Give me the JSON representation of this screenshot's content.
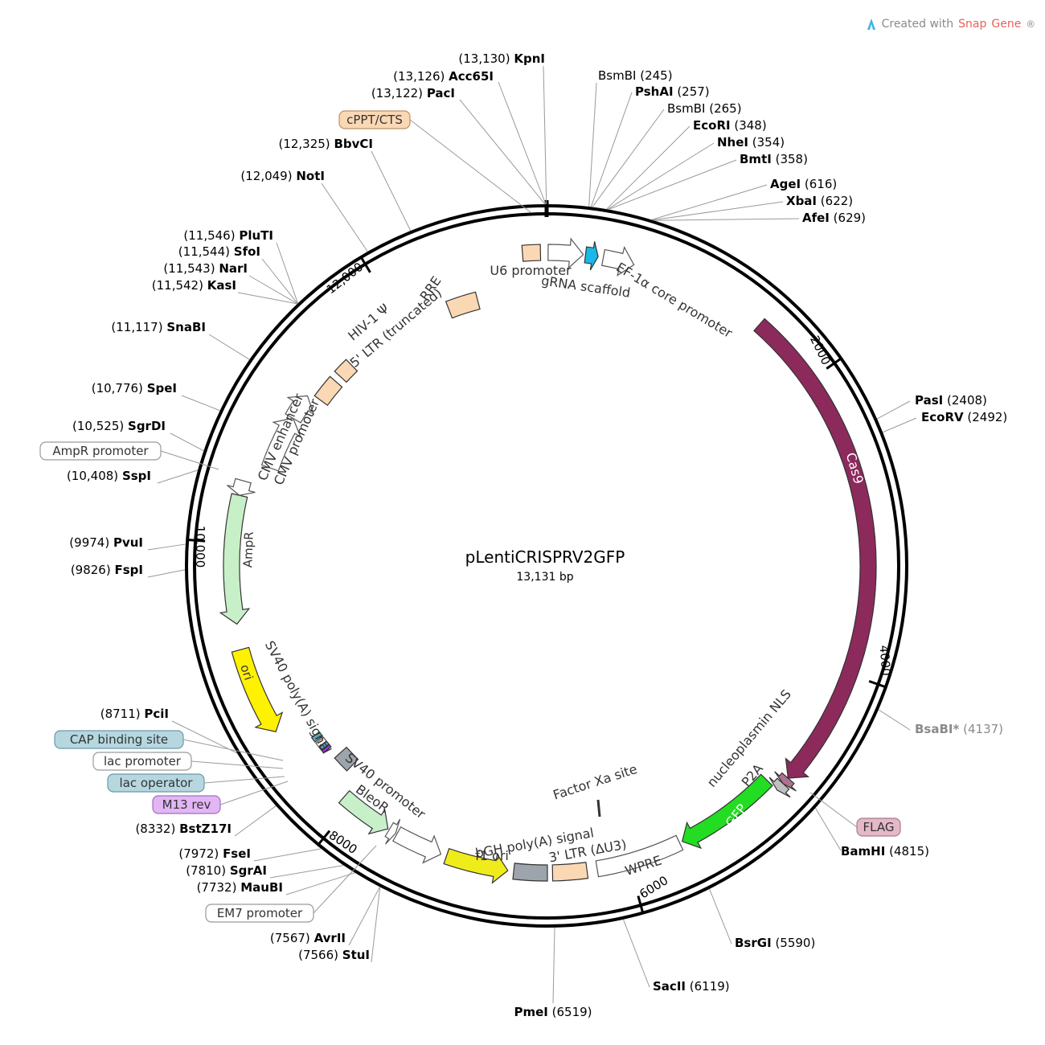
{
  "credit": {
    "prefix": "Created with ",
    "brand": "Snap",
    "brand2": "Gene",
    "mark": "®"
  },
  "plasmid": {
    "name": "pLentiCRISPRV2GFP",
    "length_label": "13,131 bp",
    "length_bp": 13131
  },
  "ticks": [
    {
      "bp": 2000,
      "label": "2000"
    },
    {
      "bp": 4000,
      "label": "4000"
    },
    {
      "bp": 6000,
      "label": "6000"
    },
    {
      "bp": 8000,
      "label": "8000"
    },
    {
      "bp": 10000,
      "label": "10,000"
    },
    {
      "bp": 12000,
      "label": "12,000"
    }
  ],
  "sites": [
    {
      "name": "KpnI",
      "pos": 13130,
      "pos_label": "(13,130)"
    },
    {
      "name": "Acc65I",
      "pos": 13126,
      "pos_label": "(13,126)"
    },
    {
      "name": "PacI",
      "pos": 13122,
      "pos_label": "(13,122)"
    },
    {
      "name": "BbvCI",
      "pos": 12325,
      "pos_label": "(12,325)"
    },
    {
      "name": "NotI",
      "pos": 12049,
      "pos_label": "(12,049)"
    },
    {
      "name": "PluTI",
      "pos": 11546,
      "pos_label": "(11,546)"
    },
    {
      "name": "SfoI",
      "pos": 11544,
      "pos_label": "(11,544)"
    },
    {
      "name": "NarI",
      "pos": 11543,
      "pos_label": "(11,543)"
    },
    {
      "name": "KasI",
      "pos": 11542,
      "pos_label": "(11,542)"
    },
    {
      "name": "SnaBI",
      "pos": 11117,
      "pos_label": "(11,117)"
    },
    {
      "name": "SpeI",
      "pos": 10776,
      "pos_label": "(10,776)"
    },
    {
      "name": "SgrDI",
      "pos": 10525,
      "pos_label": "(10,525)"
    },
    {
      "name": "SspI",
      "pos": 10408,
      "pos_label": "(10,408)"
    },
    {
      "name": "PvuI",
      "pos": 9974,
      "pos_label": "(9974)"
    },
    {
      "name": "FspI",
      "pos": 9826,
      "pos_label": "(9826)"
    },
    {
      "name": "PciI",
      "pos": 8711,
      "pos_label": "(8711)"
    },
    {
      "name": "BstZ17I",
      "pos": 8332,
      "pos_label": "(8332)"
    },
    {
      "name": "FseI",
      "pos": 7972,
      "pos_label": "(7972)"
    },
    {
      "name": "SgrAI",
      "pos": 7810,
      "pos_label": "(7810)"
    },
    {
      "name": "MauBI",
      "pos": 7732,
      "pos_label": "(7732)"
    },
    {
      "name": "AvrII",
      "pos": 7567,
      "pos_label": "(7567)"
    },
    {
      "name": "StuI",
      "pos": 7566,
      "pos_label": "(7566)"
    },
    {
      "name": "PmeI",
      "pos": 6519,
      "pos_label": "(6519)"
    },
    {
      "name": "SacII",
      "pos": 6119,
      "pos_label": "(6119)"
    },
    {
      "name": "BsrGI",
      "pos": 5590,
      "pos_label": "(5590)"
    },
    {
      "name": "BamHI",
      "pos": 4815,
      "pos_label": "(4815)"
    },
    {
      "name": "BsaBI*",
      "pos": 4137,
      "pos_label": "(4137)",
      "grey": true
    },
    {
      "name": "EcoRV",
      "pos": 2492,
      "pos_label": "(2492)"
    },
    {
      "name": "PasI",
      "pos": 2408,
      "pos_label": "(2408)"
    },
    {
      "name": "AfeI",
      "pos": 629,
      "pos_label": "(629)"
    },
    {
      "name": "XbaI",
      "pos": 622,
      "pos_label": "(622)"
    },
    {
      "name": "AgeI",
      "pos": 616,
      "pos_label": "(616)"
    },
    {
      "name": "BmtI",
      "pos": 358,
      "pos_label": "(358)"
    },
    {
      "name": "NheI",
      "pos": 354,
      "pos_label": "(354)"
    },
    {
      "name": "EcoRI",
      "pos": 348,
      "pos_label": "(348)"
    },
    {
      "name": "BsmBI",
      "pos": 265,
      "pos_label": "(265)",
      "plain": true
    },
    {
      "name": "PshAI",
      "pos": 257,
      "pos_label": "(257)"
    },
    {
      "name": "BsmBI",
      "pos": 245,
      "pos_label": "(245)",
      "plain": true
    }
  ],
  "boxed_labels": [
    {
      "text": "cPPT/CTS",
      "fill": "#fbd8b4",
      "stroke": "#b8936b"
    },
    {
      "text": "AmpR promoter",
      "fill": "#ffffff",
      "stroke": "#9a9a9a"
    },
    {
      "text": "CAP binding site",
      "fill": "#b6d7e0",
      "stroke": "#6a9aa8"
    },
    {
      "text": "lac promoter",
      "fill": "#ffffff",
      "stroke": "#9a9a9a"
    },
    {
      "text": "lac operator",
      "fill": "#b6d7e0",
      "stroke": "#6a9aa8"
    },
    {
      "text": "M13 rev",
      "fill": "#e2b6f5",
      "stroke": "#a070c0"
    },
    {
      "text": "EM7 promoter",
      "fill": "#ffffff",
      "stroke": "#9a9a9a"
    },
    {
      "text": "FLAG",
      "fill": "#e4b8c8",
      "stroke": "#a87a8c"
    }
  ],
  "features": [
    {
      "name": "Cas9",
      "start": 1510,
      "end": 4790,
      "color": "#8c2a5c",
      "dir": 1,
      "text_color": "#ffffff"
    },
    {
      "name": "nucleoplasmin NLS",
      "start": 4790,
      "end": 4838,
      "color": "#b07090",
      "dir": 1
    },
    {
      "name": "P2A",
      "start": 4838,
      "end": 4895,
      "color": "#c0c0c0",
      "dir": 1
    },
    {
      "name": "GFP",
      "start": 4895,
      "end": 5610,
      "color": "#22dd22",
      "dir": 1,
      "text_color": "#ffffff"
    },
    {
      "name": "WPRE",
      "start": 5630,
      "end": 6220,
      "color": "#ffffff",
      "dir": 0
    },
    {
      "name": "3' LTR (ΔU3)",
      "start": 6290,
      "end": 6525,
      "color": "#fbd8b4",
      "dir": 0
    },
    {
      "name": "bGH poly(A) signal",
      "start": 6560,
      "end": 6790,
      "color": "#9ea4ab",
      "dir": 0
    },
    {
      "name": "f1 ori",
      "start": 6830,
      "end": 7260,
      "color": "#f0ec1c",
      "dir": -1
    },
    {
      "name": "SV40 promoter",
      "start": 7300,
      "end": 7630,
      "color": "#ffffff",
      "dir": -1
    },
    {
      "name": "EM7 promoter",
      "start": 7640,
      "end": 7690,
      "color": "#ffffff",
      "dir": -1
    },
    {
      "name": "BleoR",
      "start": 7700,
      "end": 8070,
      "color": "#c8f0c8",
      "dir": -1
    },
    {
      "name": "SV40 poly(A) signal",
      "start": 8180,
      "end": 8310,
      "color": "#9ea4ab",
      "dir": 0
    },
    {
      "name": "M13 rev",
      "start": 8390,
      "end": 8410,
      "color": "#9b30ff",
      "dir": 0
    },
    {
      "name": "lac operator",
      "start": 8415,
      "end": 8440,
      "color": "#60a8b8",
      "dir": 0
    },
    {
      "name": "lac promoter",
      "start": 8445,
      "end": 8480,
      "color": "#ffffff",
      "dir": 0
    },
    {
      "name": "CAP binding site",
      "start": 8490,
      "end": 8530,
      "color": "#60a8b8",
      "dir": 0
    },
    {
      "name": "ori",
      "start": 8700,
      "end": 9290,
      "color": "#fff200",
      "dir": -1
    },
    {
      "name": "AmpR",
      "start": 9460,
      "end": 10320,
      "color": "#c8f0c8",
      "dir": -1
    },
    {
      "name": "AmpR promoter",
      "start": 10320,
      "end": 10420,
      "color": "#ffffff",
      "dir": -1
    },
    {
      "name": "CMV enhancer",
      "start": 10560,
      "end": 10950,
      "color": "#ffffff",
      "dir": 1
    },
    {
      "name": "CMV promoter",
      "start": 10950,
      "end": 11140,
      "color": "#ffffff",
      "dir": 1
    },
    {
      "name": "5' LTR (truncated)",
      "start": 11170,
      "end": 11350,
      "color": "#fbd8b4",
      "dir": 0
    },
    {
      "name": "HIV-1 Ψ",
      "start": 11400,
      "end": 11520,
      "color": "#fbd8b4",
      "dir": 0
    },
    {
      "name": "RRE",
      "start": 12370,
      "end": 12600,
      "color": "#fbd8b4",
      "dir": 0
    },
    {
      "name": "cPPT/CTS",
      "start": 12970,
      "end": 13090,
      "color": "#fbd8b4",
      "dir": 0
    },
    {
      "name": "U6 promoter",
      "start": 10,
      "end": 245,
      "color": "#ffffff",
      "dir": 1
    },
    {
      "name": "gRNA scaffold",
      "start": 260,
      "end": 345,
      "color": "#1ab8e8",
      "dir": 1
    },
    {
      "name": "EF-1α core promoter",
      "start": 380,
      "end": 590,
      "color": "#ffffff",
      "dir": 1
    }
  ],
  "feature_labels": [
    "U6 promoter",
    "gRNA scaffold",
    "EF-1α core promoter",
    "RRE",
    "HIV-1 Ψ",
    "5' LTR (truncated)",
    "CMV enhancer",
    "CMV promoter",
    "AmpR",
    "ori",
    "SV40 poly(A) signal",
    "SV40 promoter",
    "BleoR",
    "bGH poly(A) signal",
    "f1 ori",
    "3' LTR (ΔU3)",
    "WPRE",
    "Factor Xa site",
    "nucleoplasmin NLS",
    "P2A",
    "GFP",
    "Cas9"
  ]
}
